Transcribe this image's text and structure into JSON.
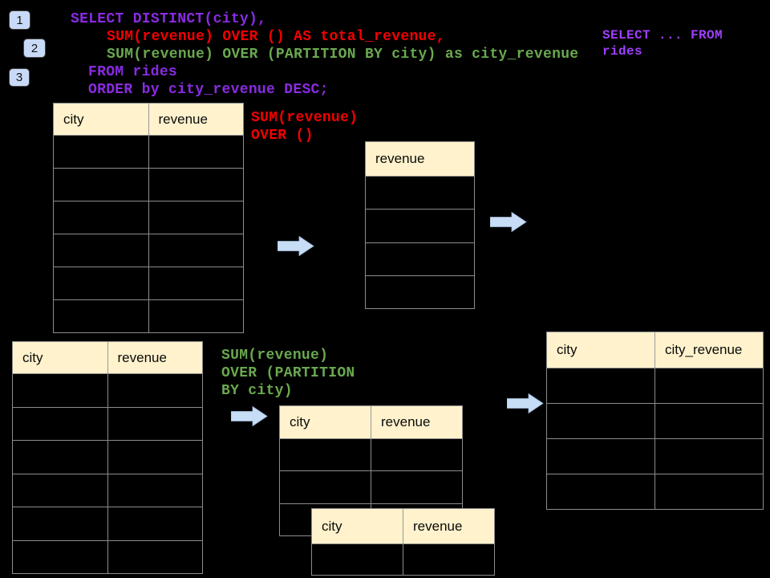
{
  "colors": {
    "background": "#000000",
    "code_purple": "#8A2BE2",
    "code_red": "#F40000",
    "code_green": "#6AA84F",
    "side_note_purple": "#A040FF",
    "table_header_fill": "#FFF2CC",
    "table_border": "#8C8C8C",
    "arrow_fill": "#C7DCF5",
    "badge_fill": "#C9DAF8"
  },
  "badges": [
    {
      "label": "1"
    },
    {
      "label": "2"
    },
    {
      "label": "3"
    }
  ],
  "sql_code": {
    "lines": [
      {
        "text": "SELECT DISTINCT(city),",
        "color": "#8A2BE2"
      },
      {
        "text": "SUM(revenue) OVER () AS total_revenue,",
        "color": "#F40000"
      },
      {
        "text": "SUM(revenue) OVER (PARTITION BY city) as city_revenue",
        "color": "#6AA84F"
      },
      {
        "text": "FROM rides",
        "color": "#8A2BE2"
      },
      {
        "text": "ORDER by city_revenue DESC;",
        "color": "#8A2BE2"
      }
    ]
  },
  "side_note": {
    "text": "SELECT ... FROM\nrides",
    "color": "#A040FF"
  },
  "annotations": {
    "total": {
      "text": "SUM(revenue)\nOVER ()",
      "color": "#F40000"
    },
    "partition": {
      "text": "SUM(revenue)\nOVER (PARTITION\nBY city)",
      "color": "#6AA84F"
    }
  },
  "tables": {
    "source_top": {
      "headers": [
        "city",
        "revenue"
      ]
    },
    "total_revenue": {
      "headers": [
        "revenue"
      ]
    },
    "source_bottom": {
      "headers": [
        "city",
        "revenue"
      ]
    },
    "partition_back": {
      "headers": [
        "city",
        "revenue"
      ]
    },
    "partition_front": {
      "headers": [
        "city",
        "revenue"
      ]
    },
    "result": {
      "headers": [
        "city",
        "city_revenue"
      ]
    }
  }
}
